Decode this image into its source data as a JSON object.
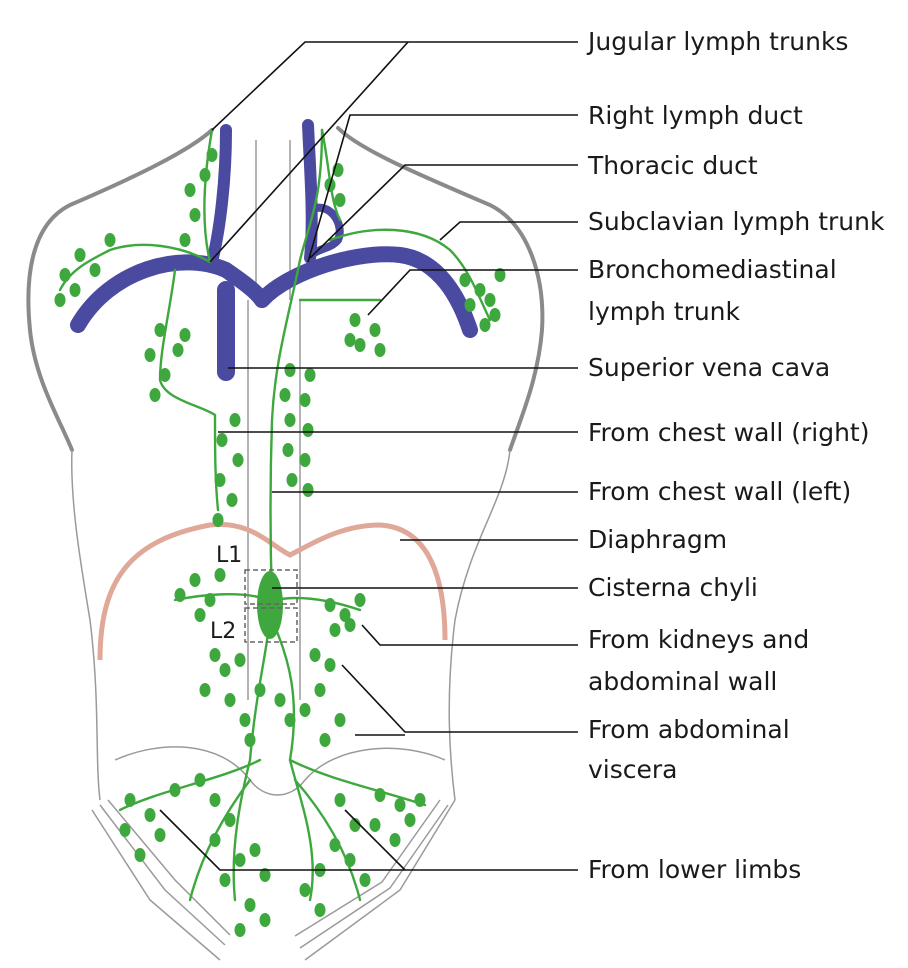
{
  "labels": {
    "jugular": "Jugular lymph trunks",
    "right_duct": "Right lymph duct",
    "thoracic": "Thoracic duct",
    "subclavian": "Subclavian lymph trunk",
    "broncho_1": "Bronchomediastinal",
    "broncho_2": "lymph trunk",
    "svc": "Superior vena cava",
    "chest_right": "From chest wall (right)",
    "chest_left": "From chest wall (left)",
    "diaphragm": "Diaphragm",
    "cisterna": "Cisterna chyli",
    "kidneys_1": "From kidneys and",
    "kidneys_2": "abdominal wall",
    "viscera_1": "From abdominal",
    "viscera_2": "viscera",
    "lower_limbs": "From lower limbs",
    "l1": "L1",
    "l2": "L2"
  },
  "colors": {
    "lymph": "#3ea83e",
    "vein": "#4a4aa0",
    "diaphragm": "#e0a898",
    "body_outline": "#8a8a8a"
  }
}
